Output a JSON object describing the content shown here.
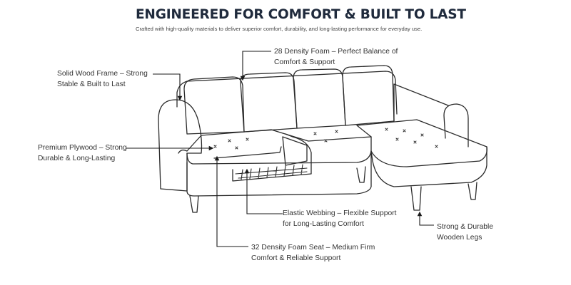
{
  "header": {
    "title": "ENGINEERED FOR COMFORT & BUILT TO LAST",
    "subtitle": "Crafted with high-quality materials to deliver superior comfort, durability, and long-lasting performance for everyday use."
  },
  "callouts": {
    "density_foam_28": {
      "line1": "28 Density Foam – Perfect Balance of",
      "line2": "Comfort & Support"
    },
    "solid_wood_frame": {
      "line1": "Solid Wood Frame – Strong",
      "line2": "Stable & Built to Last"
    },
    "premium_plywood": {
      "line1": "Premium Plywood – Strong",
      "line2": "Durable & Long-Lasting"
    },
    "elastic_webbing": {
      "line1": "Elastic Webbing – Flexible Support",
      "line2": "for Long-Lasting Comfort"
    },
    "wooden_legs": {
      "line1": "Strong & Durable",
      "line2": "Wooden Legs"
    },
    "density_foam_32": {
      "line1": "32 Density Foam Seat – Medium Firm",
      "line2": "Comfort & Reliable Support"
    }
  },
  "colors": {
    "title": "#1f2a3c",
    "line": "#2b2b2b",
    "text": "#333333"
  }
}
